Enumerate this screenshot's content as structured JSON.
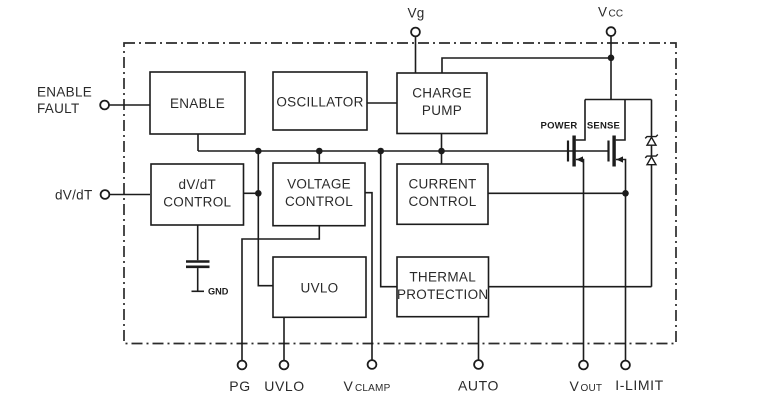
{
  "diagram": {
    "blocks": {
      "enable": {
        "label": "ENABLE"
      },
      "oscillator": {
        "label": "OSCILLATOR"
      },
      "charge_pump": {
        "line1": "CHARGE",
        "line2": "PUMP"
      },
      "dvdt_control": {
        "line1": "dV/dT",
        "line2": "CONTROL"
      },
      "voltage_control": {
        "line1": "VOLTAGE",
        "line2": "CONTROL"
      },
      "current_control": {
        "line1": "CURRENT",
        "line2": "CONTROL"
      },
      "uvlo": {
        "label": "UVLO"
      },
      "thermal_protection": {
        "line1": "THERMAL",
        "line2": "PROTECTION"
      }
    },
    "pins": {
      "enable_fault": {
        "line1": "ENABLE",
        "line2": "FAULT"
      },
      "dvdt": {
        "label": "dV/dT"
      },
      "vg": {
        "label": "Vg"
      },
      "vcc": {
        "main": "V",
        "sub": "CC"
      },
      "pg": {
        "label": "PG"
      },
      "uvlo": {
        "label": "UVLO"
      },
      "vclamp": {
        "main": "V",
        "sub": "CLAMP"
      },
      "auto": {
        "label": "AUTO"
      },
      "vout": {
        "main": "V",
        "sub": "OUT"
      },
      "ilimit": {
        "label": "I-LIMIT"
      }
    },
    "mosfets": {
      "power": {
        "label": "POWER"
      },
      "sense": {
        "label": "SENSE"
      }
    },
    "ground": {
      "label": "GND"
    },
    "colors": {
      "line": "#1c1c1c",
      "background": "#ffffff",
      "block_fill": "#ffffff"
    }
  }
}
